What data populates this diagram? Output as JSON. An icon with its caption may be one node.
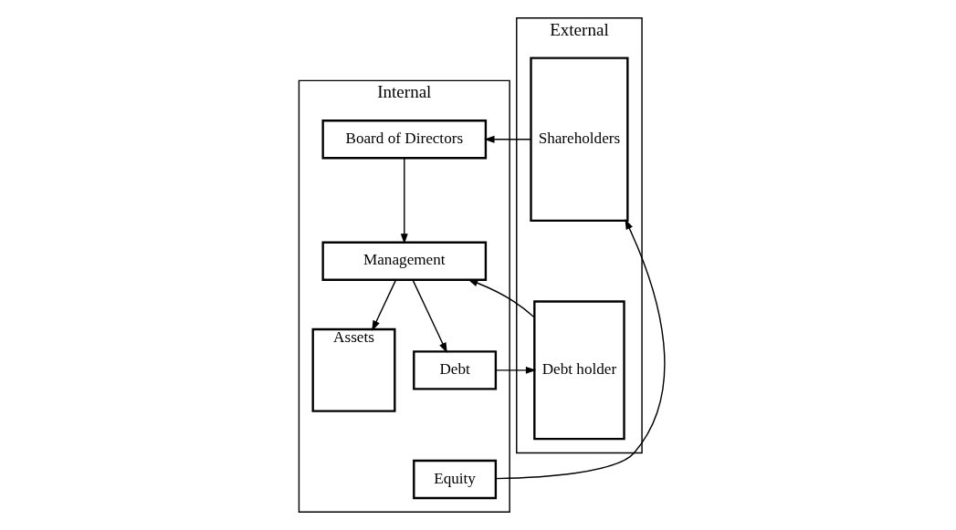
{
  "diagram": {
    "nodes": [
      {
        "text": [
          "Internal"
        ]
      },
      {
        "text": [
          "External"
        ]
      },
      {
        "text": [
          "Board of Directors"
        ],
        "in": 0
      },
      {
        "text": [
          "Management"
        ],
        "in": 0
      },
      {
        "text": [
          "Assets"
        ],
        "in": 0
      },
      {
        "text": [
          "Debt"
        ],
        "in": 0
      },
      {
        "text": [
          "Equity"
        ],
        "in": 0
      },
      {
        "text": [
          "Debt holder"
        ],
        "in": 1
      },
      {
        "text": [
          "Shareholders"
        ],
        "in": 1
      }
    ],
    "edges": [
      {
        "from": 8,
        "to": 2,
        "arrow": "to"
      },
      {
        "from": 2,
        "to": 3,
        "arrow": "to"
      },
      {
        "from": 3,
        "to": 4,
        "arrow": "to"
      },
      {
        "from": 3,
        "to": 5,
        "arrow": "to"
      },
      {
        "from": 7,
        "to": 3,
        "arrow": "to"
      },
      {
        "from": 5,
        "to": 7,
        "arrow": "to"
      },
      {
        "from": 6,
        "to": 8,
        "arrow": "to"
      }
    ]
  }
}
